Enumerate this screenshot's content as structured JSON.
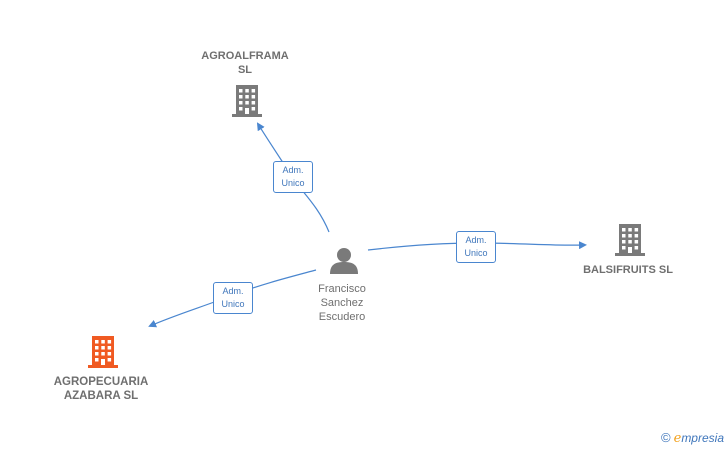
{
  "nodes": {
    "person": {
      "lines": [
        "Francisco",
        "Sanchez",
        "Escudero"
      ]
    },
    "agroalframa": {
      "lines": [
        "AGROALFRAMA",
        "SL"
      ]
    },
    "balsifruits": {
      "lines": [
        "BALSIFRUITS SL"
      ]
    },
    "agropecuaria": {
      "lines": [
        "AGROPECUARIA",
        "AZABARA  SL"
      ]
    }
  },
  "edges": {
    "to_agroalframa": {
      "lines": [
        "Adm.",
        "Unico"
      ]
    },
    "to_balsifruits": {
      "lines": [
        "Adm.",
        "Unico"
      ]
    },
    "to_agropecuaria": {
      "lines": [
        "Adm.",
        "Unico"
      ]
    }
  },
  "colors": {
    "edge": "#4a86cf",
    "building_gray": "#7a7a7a",
    "building_highlight": "#f05a22",
    "person": "#7a7a7a"
  },
  "icons": {
    "person": "person-icon",
    "company": "building-icon"
  },
  "brand": {
    "copyright": "©",
    "initial": "e",
    "rest": "mpresia"
  }
}
